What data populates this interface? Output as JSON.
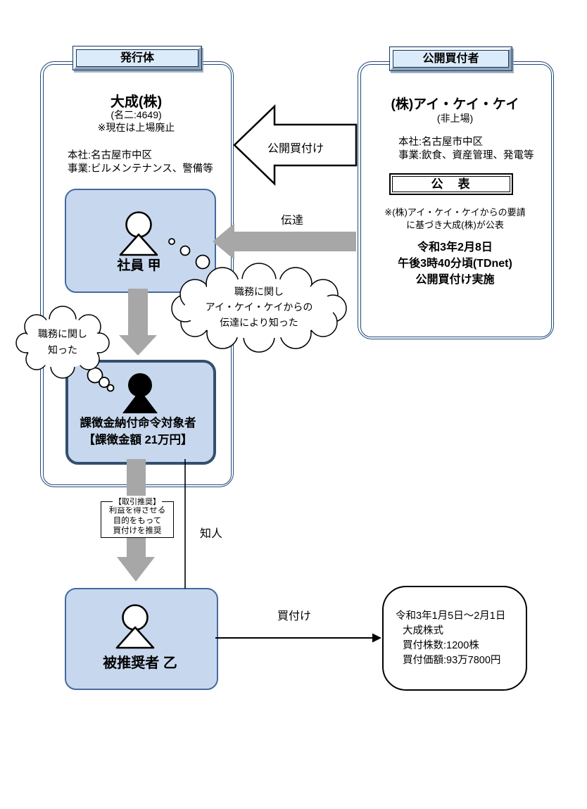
{
  "issuer": {
    "tag": "発行体",
    "name": "大成(株)",
    "code": "(名二:4649)",
    "delisting_note": "※現在は上場廃止",
    "headquarters": "本社:名古屋市中区",
    "business": "事業:ビルメンテナンス、警備等",
    "employee": {
      "label": "社員 甲"
    },
    "violator": {
      "title": "課徴金納付命令対象者",
      "penalty": "【課徴金額 21万円】"
    },
    "recommended_person": {
      "label": "被推奨者 乙"
    }
  },
  "offeror": {
    "tag": "公開買付者",
    "name": "(株)アイ・ケイ・ケイ",
    "listing_status": "(非上場)",
    "headquarters": "本社:名古屋市中区",
    "business": "事業:飲食、資産管理、発電等",
    "announcement": {
      "label": "公　表",
      "note_line1": "※(株)アイ・ケイ・ケイからの要請",
      "note_line2": "に基づき大成(株)が公表",
      "date": "令和3年2月8日",
      "time": "午後3時40分頃(TDnet)",
      "event": "公開買付け実施"
    }
  },
  "arrow_labels": {
    "tender_offer": "公開買付け",
    "transmission": "伝達",
    "acquaintance": "知人",
    "purchase": "買付け"
  },
  "thought_clouds": {
    "employee": {
      "line1": "職務に関し",
      "line2": "アイ・ケイ・ケイからの",
      "line3": "伝達により知った"
    },
    "violator": {
      "line1": "職務に関し",
      "line2": "知った"
    }
  },
  "recommendation_note": {
    "title": "【取引推奨】",
    "line1": "利益を得させる",
    "line2": "目的をもって",
    "line3": "買付けを推奨"
  },
  "purchase_details": {
    "line1": "令和3年1月5日～2月1日",
    "line2": "大成株式",
    "line3": "買付株数:1200株",
    "line4": "買付価額:93万7800円"
  },
  "colors": {
    "border_navy": "#1f497d",
    "person_box_fill": "#c7d8ee",
    "person_box_border": "#44699e",
    "violator_box_border": "#334f6e",
    "arrow_gray": "#a7a7a7",
    "tag_fill": "#dcebf9"
  }
}
